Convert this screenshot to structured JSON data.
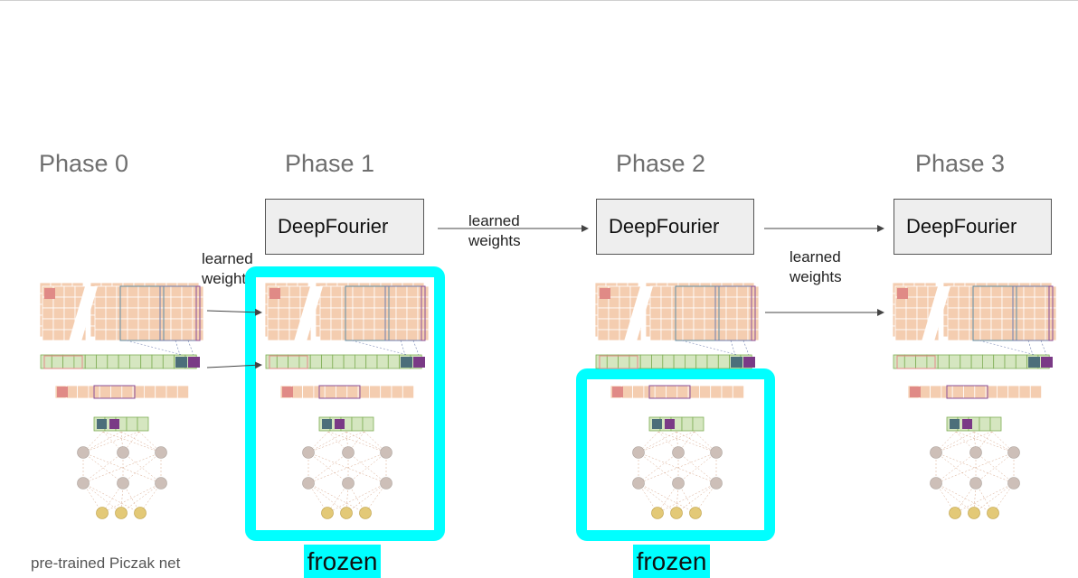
{
  "phases": [
    {
      "title": "Phase 0"
    },
    {
      "title": "Phase 1",
      "model": "DeepFourier"
    },
    {
      "title": "Phase 2",
      "model": "DeepFourier"
    },
    {
      "title": "Phase 3",
      "model": "DeepFourier"
    }
  ],
  "labels": {
    "learned_weights": [
      "learned\nweights",
      "learned\nweights",
      "learned\nweights"
    ],
    "frozen": "frozen",
    "caption": "pre-trained Piczak net"
  },
  "colors": {
    "feature_map": "#f4cdb0",
    "feature_highlight": "#e08a86",
    "dense_layer": "#d5e6c0",
    "dense_border": "#7fae55",
    "teal_unit": "#4c6e7a",
    "purple_unit": "#7a3a86",
    "neuron": "#cdbfb8",
    "output_neuron": "#e3c977",
    "frozen_highlight": "#00ffff"
  }
}
